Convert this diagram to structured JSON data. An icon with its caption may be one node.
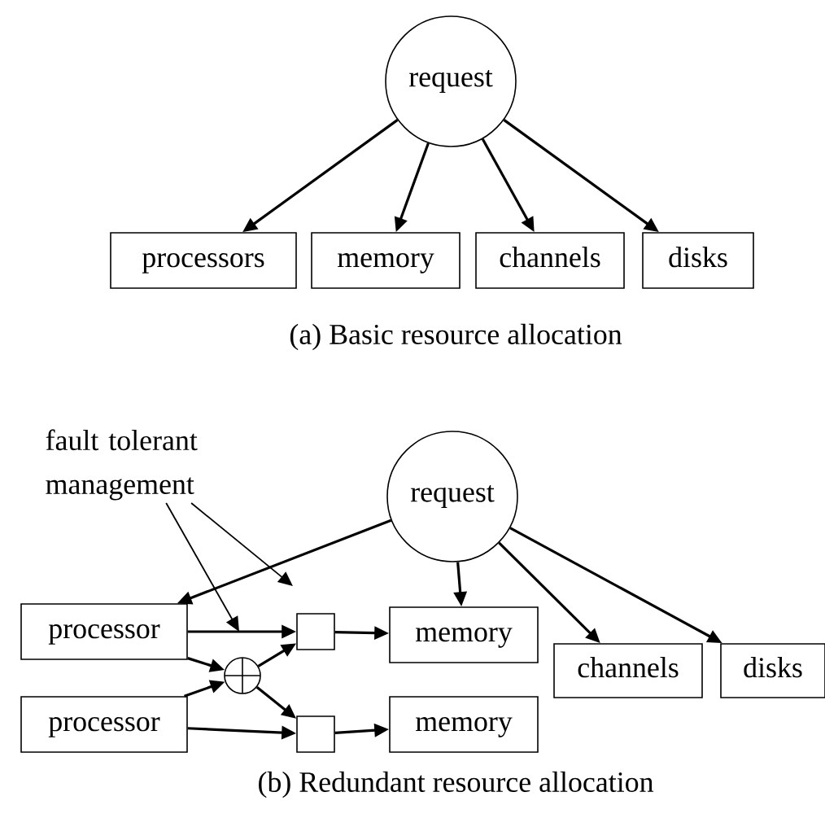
{
  "diagram": {
    "nodes": [
      {
        "text": [
          "request"
        ]
      },
      {
        "text": [
          "processors"
        ]
      },
      {
        "text": [
          "memory"
        ]
      },
      {
        "text": [
          "channels"
        ]
      },
      {
        "text": [
          "disks"
        ]
      },
      {
        "text": [
          "fault tolerant management"
        ]
      },
      {
        "text": [
          "request"
        ]
      },
      {
        "text": [
          "processor"
        ]
      },
      {
        "text": [
          "processor"
        ]
      },
      {
        "text": [],
        "shape": "circle"
      },
      {
        "text": [],
        "shape": "box"
      },
      {
        "text": [],
        "shape": "box"
      },
      {
        "text": [
          "memory"
        ]
      },
      {
        "text": [
          "memory"
        ]
      },
      {
        "text": [
          "channels"
        ]
      },
      {
        "text": [
          "disks"
        ]
      }
    ],
    "edges": [
      {
        "from": 0,
        "to": 1,
        "arrow": "to"
      },
      {
        "from": 0,
        "to": 2,
        "arrow": "to"
      },
      {
        "from": 0,
        "to": 3,
        "arrow": "to"
      },
      {
        "from": 0,
        "to": 4,
        "arrow": "to"
      },
      {
        "from": 5,
        "to": null,
        "arrow": "to"
      },
      {
        "from": 5,
        "to": null,
        "arrow": "to"
      },
      {
        "from": 6,
        "to": 7,
        "arrow": "to"
      },
      {
        "from": 6,
        "to": 12,
        "arrow": "to"
      },
      {
        "from": 6,
        "to": 14,
        "arrow": "to"
      },
      {
        "from": 6,
        "to": 15,
        "arrow": "to"
      },
      {
        "from": 7,
        "to": 10,
        "arrow": "to"
      },
      {
        "from": 7,
        "to": 9,
        "arrow": "to"
      },
      {
        "from": 8,
        "to": 9,
        "arrow": "to"
      },
      {
        "from": 8,
        "to": 11,
        "arrow": "to"
      },
      {
        "from": 9,
        "to": 10,
        "arrow": "to"
      },
      {
        "from": 9,
        "to": 11,
        "arrow": "to"
      },
      {
        "from": 10,
        "to": 12,
        "arrow": "to"
      },
      {
        "from": 11,
        "to": 13,
        "arrow": "to"
      }
    ],
    "labels": [
      "(a) Basic resource allocation",
      "(b) Redundant resource allocation"
    ]
  }
}
